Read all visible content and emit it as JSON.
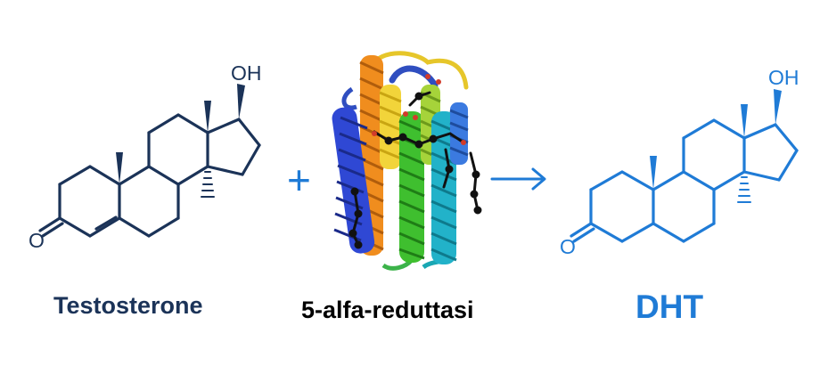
{
  "colors": {
    "testosterone": "#1b3358",
    "dht": "#1f7bd6",
    "operator": "#1f7bd6",
    "text_dark": "#1b3358"
  },
  "operators": {
    "plus": "+",
    "arrow": "→"
  },
  "testosterone": {
    "name": "Testosterone",
    "hydroxyl": "OH",
    "ketone": "O"
  },
  "enzyme": {
    "name": "5-alfa-reduttasi"
  },
  "dht": {
    "name": "DHT",
    "hydroxyl": "OH",
    "ketone": "O"
  },
  "icons": {
    "enzyme": "protein-ribbon-structure"
  }
}
